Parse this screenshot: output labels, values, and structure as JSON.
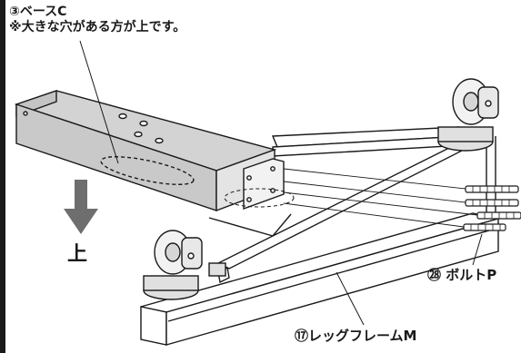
{
  "labels": {
    "base": "③ベースC",
    "note": "※大きな穴がある方が上です。",
    "up": "上",
    "bolt": "㉘ ボルトP",
    "leg_frame": "⑰レッグフレームM"
  },
  "colors": {
    "line": "#1a1a1a",
    "base_fill": "#cfcfcf",
    "base_side": "#b9b9b9",
    "arrow": "#666666",
    "frame_fill": "#ffffff"
  },
  "icons": [
    "down-arrow-icon",
    "caster-wheel-icon",
    "bolt-icon"
  ]
}
